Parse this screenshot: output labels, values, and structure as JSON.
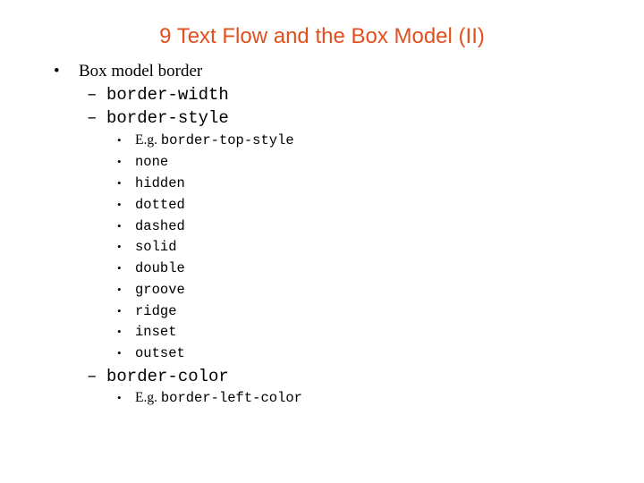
{
  "slide": {
    "title": "9 Text Flow and the Box Model (II)",
    "bullet": {
      "text": "Box model border",
      "subitems": [
        {
          "text": "border-width"
        },
        {
          "text": "border-style",
          "example_prefix": "E.g.",
          "example_value": "border-top-style",
          "values": [
            "none",
            "hidden",
            "dotted",
            "dashed",
            "solid",
            "double",
            "groove",
            "ridge",
            "inset",
            "outset"
          ]
        },
        {
          "text": "border-color",
          "example_prefix": "E.g.",
          "example_value": "border-left-color"
        }
      ]
    }
  },
  "colors": {
    "title": "#e0501e",
    "text": "#000000",
    "background": "#ffffff"
  },
  "glyphs": {
    "bullet": "•",
    "dash": "–"
  }
}
